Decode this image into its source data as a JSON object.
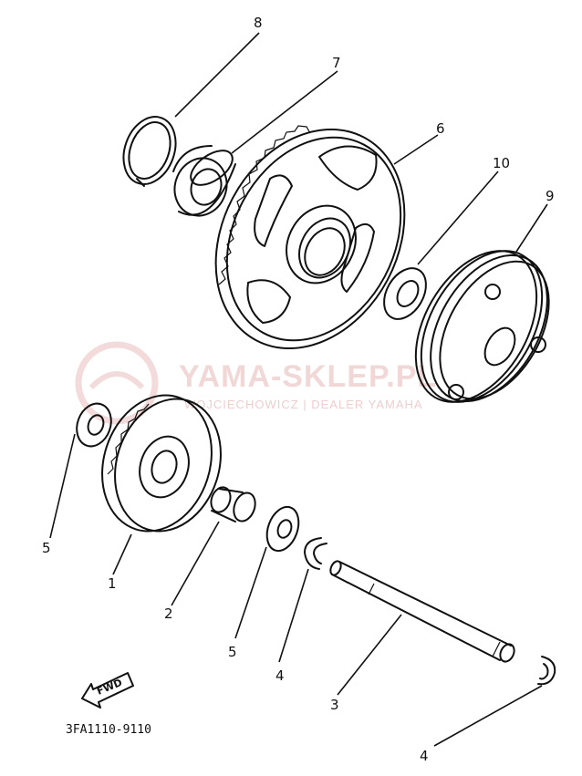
{
  "callouts": [
    {
      "id": "c8",
      "text": "8"
    },
    {
      "id": "c7",
      "text": "7"
    },
    {
      "id": "c6",
      "text": "6"
    },
    {
      "id": "c10",
      "text": "10"
    },
    {
      "id": "c9",
      "text": "9"
    },
    {
      "id": "c5a",
      "text": "5"
    },
    {
      "id": "c1",
      "text": "1"
    },
    {
      "id": "c2",
      "text": "2"
    },
    {
      "id": "c5b",
      "text": "5"
    },
    {
      "id": "c4a",
      "text": "4"
    },
    {
      "id": "c3",
      "text": "3"
    },
    {
      "id": "c4b",
      "text": "4"
    }
  ],
  "watermark": {
    "brand": "YAMA-SKLEP.PL",
    "sub": "WOJCIECHOWICZ | DEALER YAMAHA"
  },
  "fwd_label": "FWD",
  "diagram_code": "3FA1110-9110",
  "colors": {
    "ink": "#111111",
    "watermark": "#e8b8b8"
  }
}
